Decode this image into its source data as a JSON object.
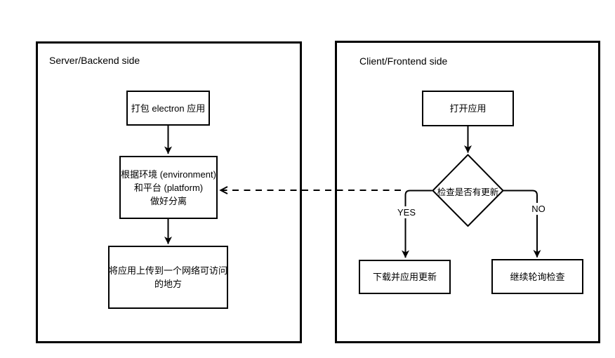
{
  "colors": {
    "ink": "#000000",
    "background": "#ffffff"
  },
  "panels": {
    "server": {
      "title": "Server/Backend side"
    },
    "client": {
      "title": "Client/Frontend side"
    }
  },
  "nodes": {
    "package_app": {
      "label": "打包 electron 应用"
    },
    "separate": {
      "lines": [
        "根据环境 (environment)",
        "和平台 (platform)",
        "做好分离"
      ]
    },
    "upload": {
      "lines": [
        "将应用上传到一个网络可访问",
        "的地方"
      ]
    },
    "open_app": {
      "label": "打开应用"
    },
    "check_update": {
      "label": "检查是否有更新"
    },
    "download_update": {
      "label": "下载并应用更新"
    },
    "keep_polling": {
      "label": "继续轮询检查"
    }
  },
  "edges": {
    "yes_label": "YES",
    "no_label": "NO"
  }
}
